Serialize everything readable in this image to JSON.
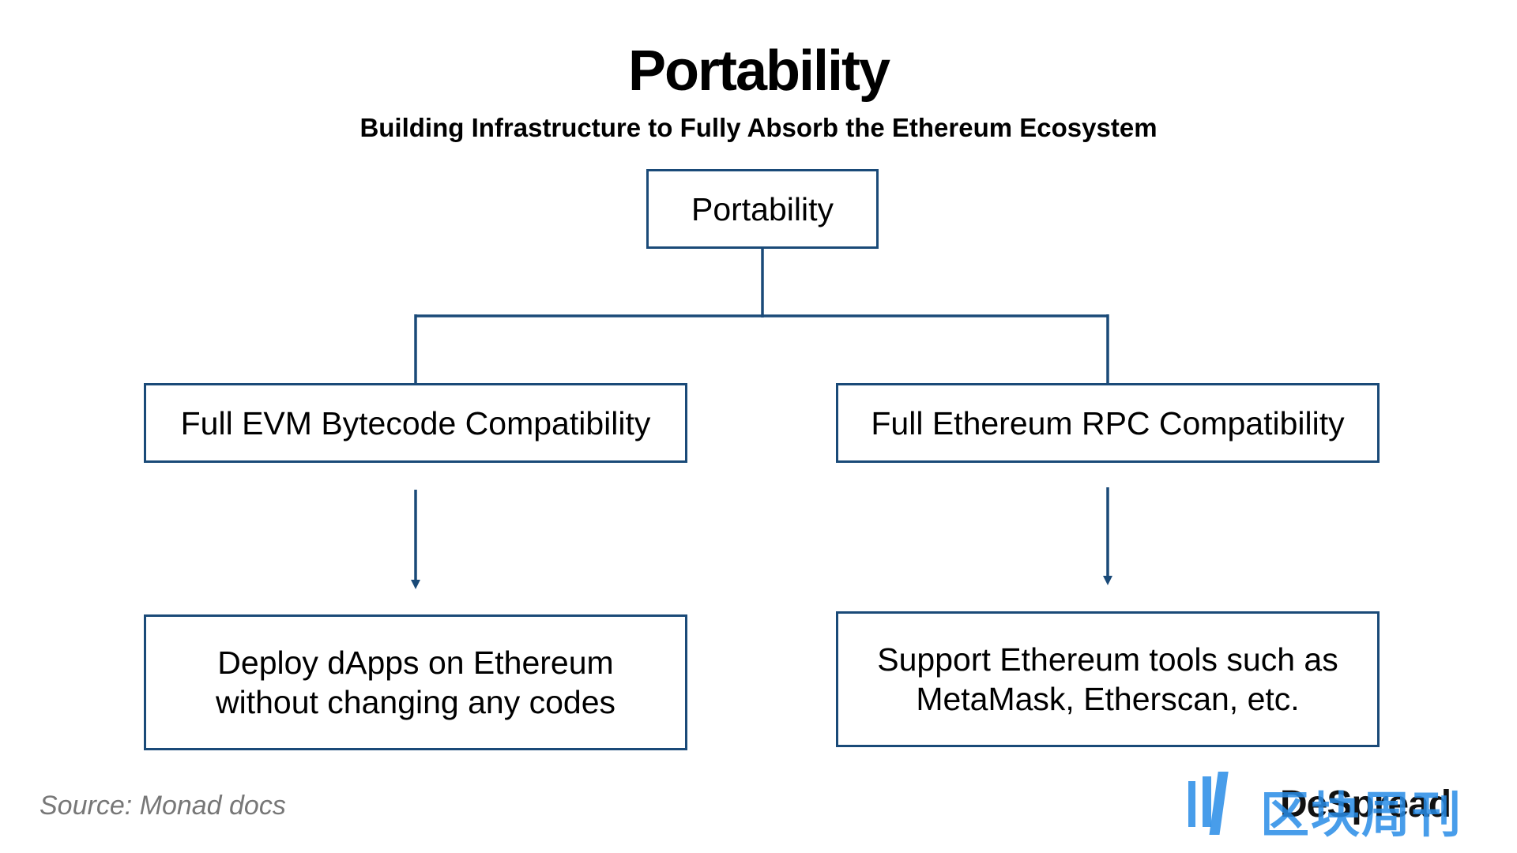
{
  "diagram": {
    "title": "Portability",
    "subtitle": "Building Infrastructure to Fully Absorb the Ethereum Ecosystem",
    "nodes": {
      "root": "Portability",
      "evm": "Full EVM Bytecode Compatibility",
      "rpc": "Full Ethereum RPC Compatibility",
      "deploy_line1": "Deploy dApps on Ethereum",
      "deploy_line2": "without changing any codes",
      "support_line1": "Support Ethereum tools such as",
      "support_line2": "MetaMask, Etherscan, etc."
    },
    "edges": [
      {
        "from": "root",
        "to": "evm",
        "style": "line"
      },
      {
        "from": "root",
        "to": "rpc",
        "style": "line"
      },
      {
        "from": "evm",
        "to": "deploy",
        "style": "arrow"
      },
      {
        "from": "rpc",
        "to": "support",
        "style": "arrow"
      }
    ],
    "source": "Source: Monad docs",
    "colors": {
      "box_border": "#1a4a78",
      "connector": "#1a4a78",
      "source_text": "#777777",
      "watermark": "#288ce6"
    }
  },
  "watermark": {
    "brand": "DeSpread",
    "overlay_cn": "区块周刊"
  }
}
